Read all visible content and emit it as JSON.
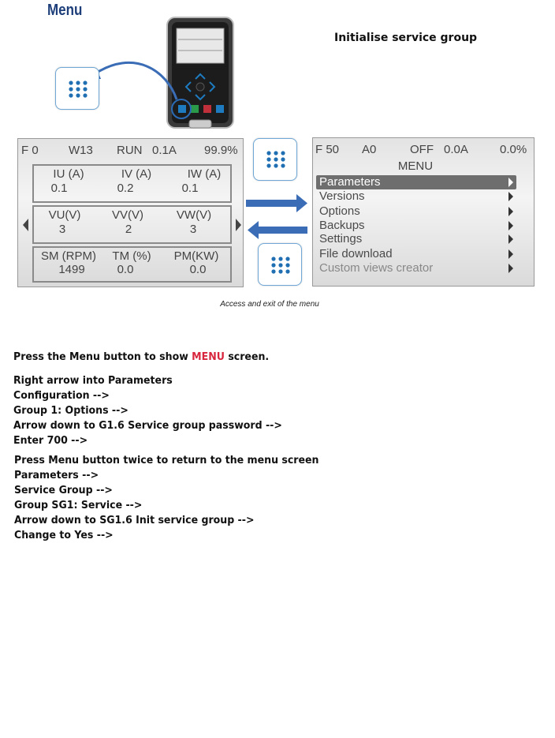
{
  "title": "Menu",
  "heading": "Initialise service group",
  "left_screen": {
    "status": [
      "F 0",
      "W13",
      "RUN",
      "0.1A",
      "99.9%"
    ],
    "groups": [
      [
        {
          "label": "IU (A)",
          "value": "0.1"
        },
        {
          "label": "IV (A)",
          "value": "0.2"
        },
        {
          "label": "IW (A)",
          "value": "0.1"
        }
      ],
      [
        {
          "label": "VU(V)",
          "value": "3"
        },
        {
          "label": "VV(V)",
          "value": "2"
        },
        {
          "label": "VW(V)",
          "value": "3"
        }
      ],
      [
        {
          "label": "SM (RPM)",
          "value": "1499"
        },
        {
          "label": "TM (%)",
          "value": "0.0"
        },
        {
          "label": "PM(KW)",
          "value": "0.0"
        }
      ]
    ]
  },
  "right_screen": {
    "status": [
      "F 50",
      "A0",
      "OFF",
      "0.0A",
      "0.0%"
    ],
    "title": "MENU",
    "items": [
      "Parameters",
      "Versions",
      "Options",
      "Backups",
      "Settings",
      "File download",
      "Custom views creator"
    ],
    "selected_index": 0
  },
  "caption": "Access and exit of the menu",
  "instructions": {
    "intro_pre": "Press the Menu button to show ",
    "intro_highlight": "MENU",
    "intro_post": " screen.",
    "block1": [
      "Right arrow into Parameters",
      "Configuration -->",
      "Group 1: Options -->",
      "Arrow down to G1.6 Service group password -->",
      "Enter 700 -->"
    ],
    "block2": [
      "Press Menu button twice to return to the menu screen",
      "Parameters -->",
      "Service Group -->",
      "Group SG1: Service -->",
      "Arrow down to SG1.6 Init service group -->",
      "Change to Yes -->"
    ]
  },
  "colors": {
    "title": "#1e3f7a",
    "highlight": "#d7263d",
    "button_border": "#6fa7d6",
    "dot": "#1f6fb2",
    "arrow": "#3a6db5"
  }
}
